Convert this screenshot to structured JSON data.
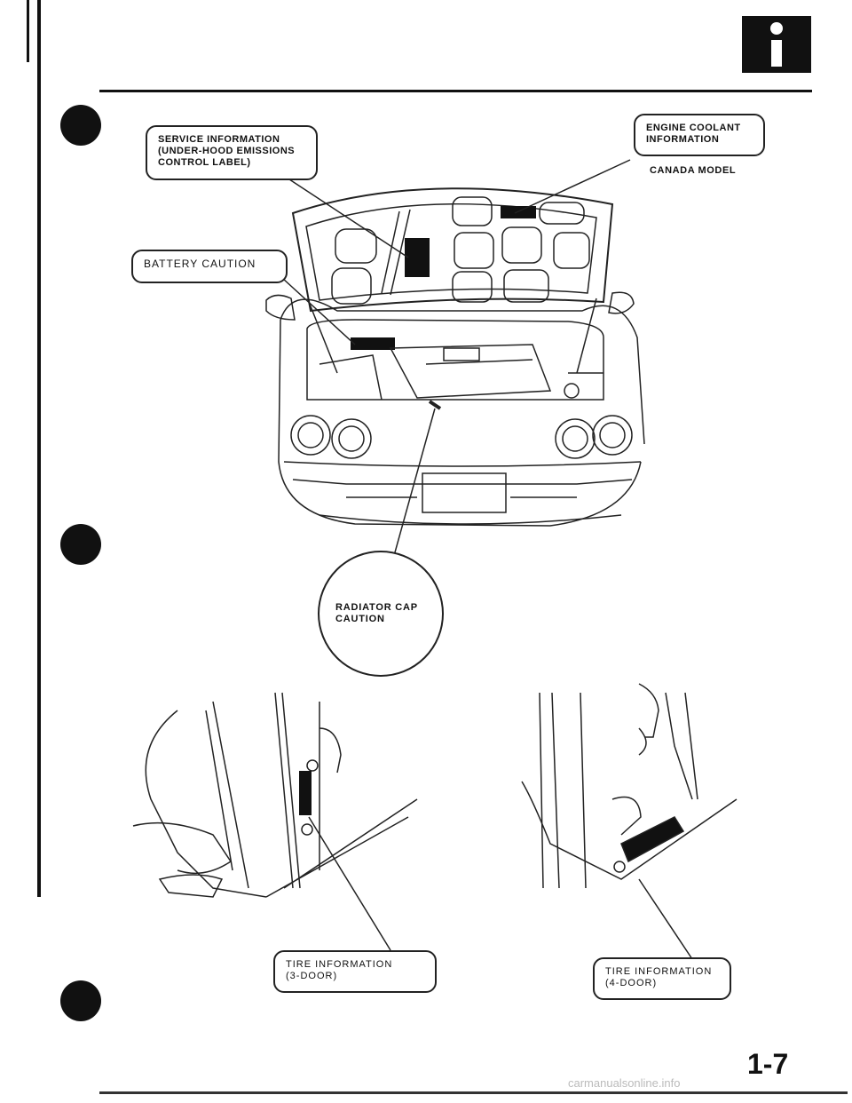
{
  "callouts": {
    "service_info": "SERVICE INFORMATION\n(Under-hood Emissions\nControl Label)",
    "engine_coolant": "ENGINE COOLANT\nINFORMATION",
    "canada_model": "CANADA MODEL",
    "battery_caution": "BATTERY CAUTION",
    "radiator_cap": "RADIATOR CAP\nCAUTION",
    "tire_3door": "TIRE INFORMATION\n(3-door)",
    "tire_4door": "TIRE INFORMATION\n(4-door)"
  },
  "page_number": "1-7",
  "watermark": "carmanualsonline.info"
}
